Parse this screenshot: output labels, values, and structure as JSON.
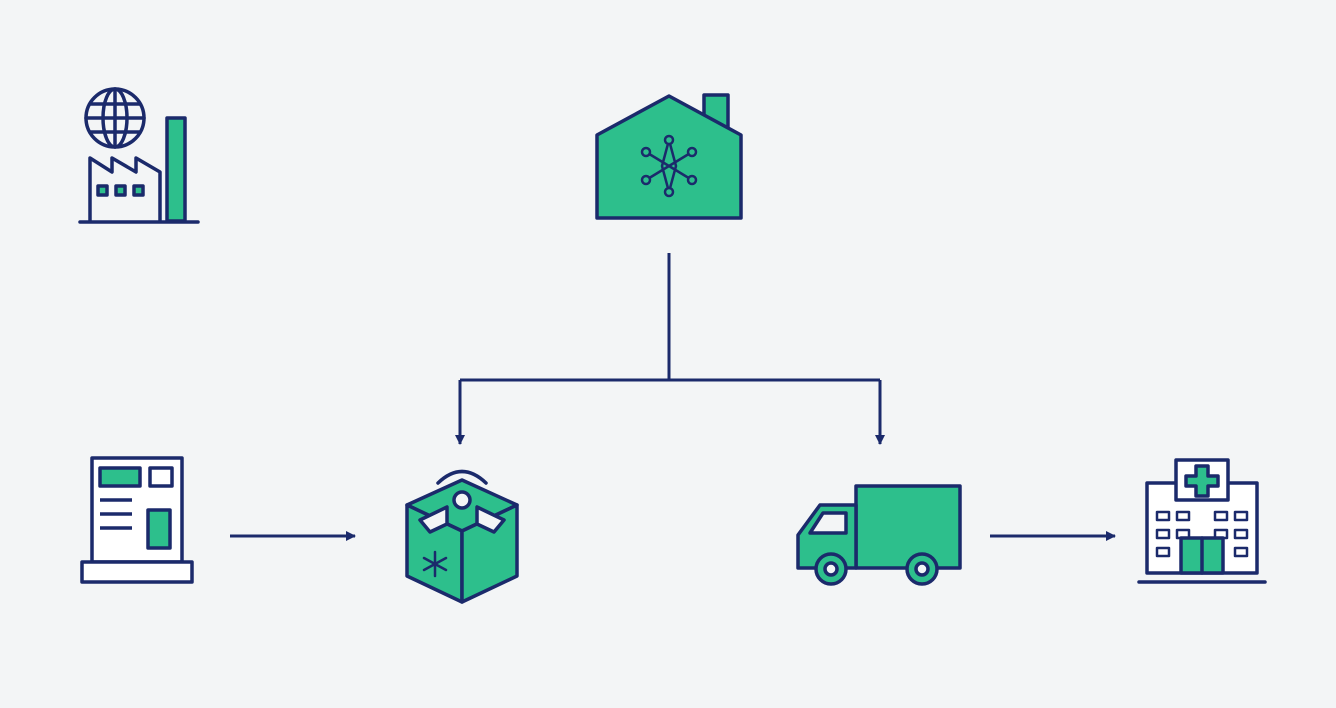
{
  "colors": {
    "background": "#f3f5f6",
    "stroke": "#1b2a6b",
    "accent": "#2dbf8c"
  },
  "nodes": [
    {
      "id": "global-factory",
      "icon": "factory-globe-icon"
    },
    {
      "id": "smart-warehouse",
      "icon": "smart-house-icon"
    },
    {
      "id": "kiosk",
      "icon": "kiosk-terminal-icon"
    },
    {
      "id": "cold-chain-box",
      "icon": "smart-cold-box-icon"
    },
    {
      "id": "delivery-truck",
      "icon": "truck-icon"
    },
    {
      "id": "hospital",
      "icon": "hospital-icon"
    }
  ],
  "edges": [
    {
      "from": "smart-warehouse",
      "to": "cold-chain-box"
    },
    {
      "from": "smart-warehouse",
      "to": "delivery-truck"
    },
    {
      "from": "kiosk",
      "to": "cold-chain-box"
    },
    {
      "from": "delivery-truck",
      "to": "hospital"
    }
  ]
}
